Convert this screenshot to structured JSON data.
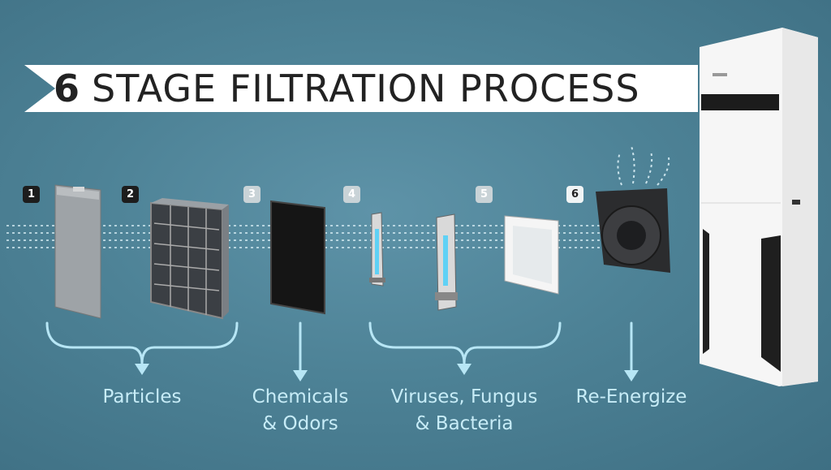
{
  "title": {
    "number": "6",
    "text": "STAGE FILTRATION PROCESS"
  },
  "stages": [
    "1",
    "2",
    "3",
    "4",
    "5",
    "6"
  ],
  "labels": {
    "particles": "Particles",
    "chemicals_line1": "Chemicals",
    "chemicals_line2": "& Odors",
    "viruses_line1": "Viruses, Fungus",
    "viruses_line2": "& Bacteria",
    "reenergize": "Re-Energize"
  },
  "colors": {
    "background": "#4d8296",
    "accent_light_blue": "#b7e6f5",
    "banner": "#ffffff",
    "device": "#f4f4f4"
  }
}
